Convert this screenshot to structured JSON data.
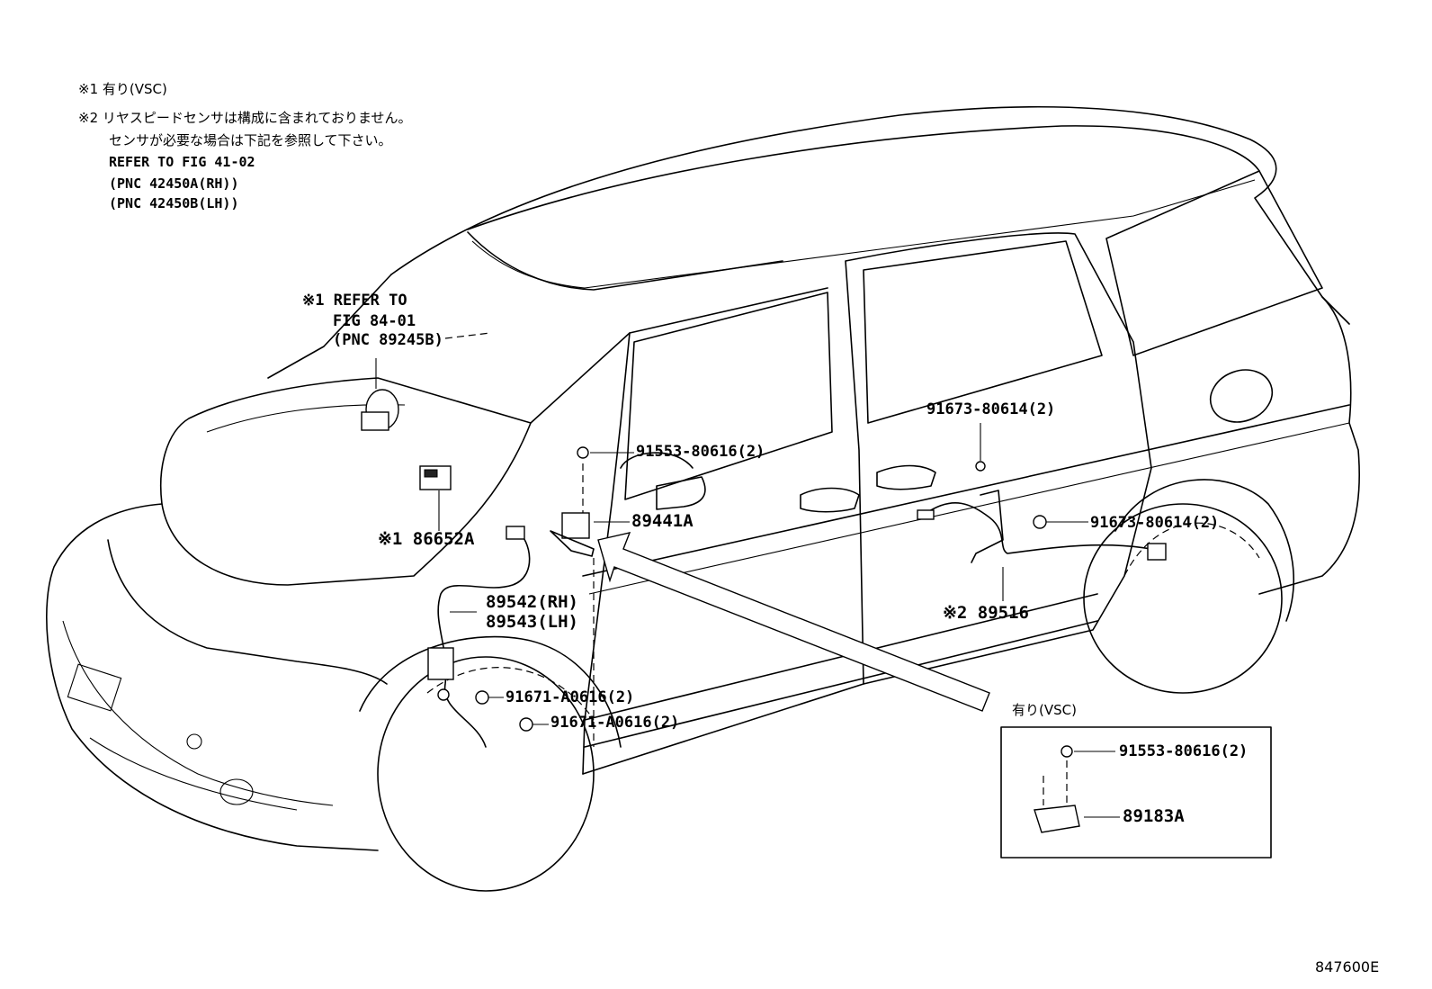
{
  "notes": {
    "note1": "※1 有り(VSC)",
    "note2_line1": "※2 リヤスピードセンサは構成に含まれておりません。",
    "note2_line2": "センサが必要な場合は下記を参照して下さい。",
    "note2_line3": "REFER TO FIG 41-02",
    "note2_line4": "(PNC 42450A(RH))",
    "note2_line5": "(PNC 42450B(LH))"
  },
  "callouts": {
    "refer1_line1": "※1 REFER TO",
    "refer1_line2": "FIG 84-01",
    "refer1_line3": "(PNC 89245B)",
    "part_86652A": "※1 86652A",
    "part_91553_top": "91553-80616(2)",
    "part_89441A": "89441A",
    "part_89542": "89542(RH)",
    "part_89543": "89543(LH)",
    "part_91671_a": "91671-A0616(2)",
    "part_91671_b": "91671-A0616(2)",
    "part_91673_top": "91673-80614(2)",
    "part_91673_right": "91673-80614(2)",
    "part_89516": "※2 89516"
  },
  "inset": {
    "title": "有り(VSC)",
    "part_91553": "91553-80616(2)",
    "part_89183A": "89183A"
  },
  "figure_code": "847600E"
}
